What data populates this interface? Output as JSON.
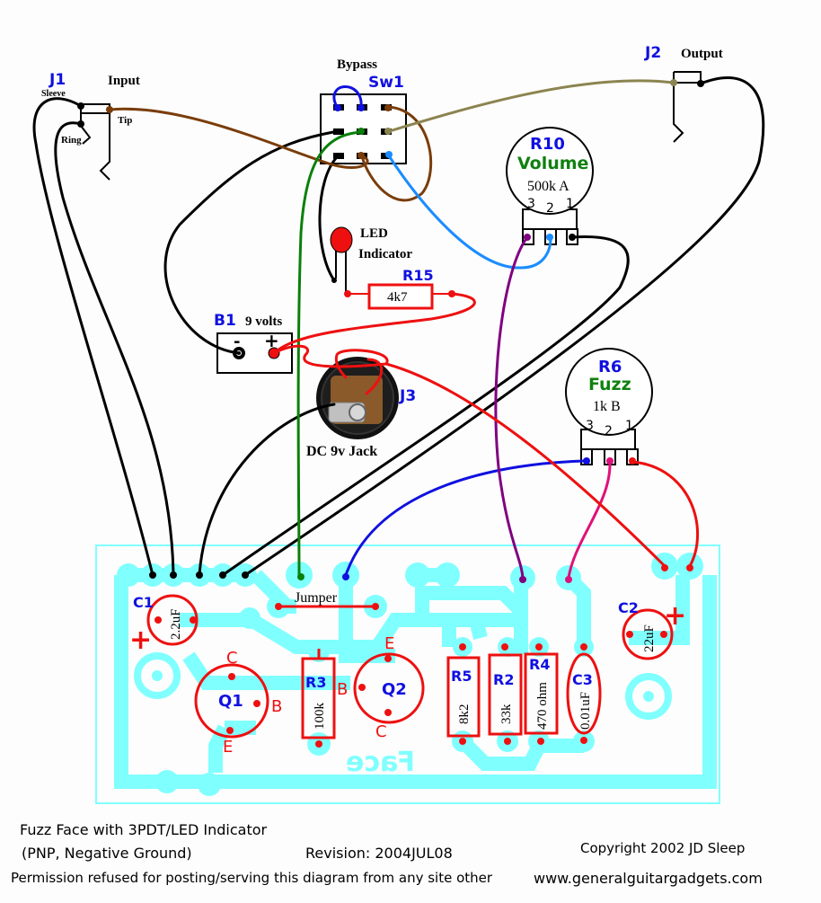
{
  "title": "Fuzz Face with 3PDT/LED Indicator",
  "subtitle": "(PNP, Negative Ground)",
  "revision": "Revision:  2004JUL08",
  "copyright": "Copyright 2002   JD Sleep",
  "permission_notice": "Permission refused for posting/serving this diagram from any site other",
  "website": "www.generalguitargadgets.com",
  "colors": {
    "pcb_trace": "#80ffff",
    "component": "#ee1010",
    "designator": "#1010e0",
    "pot_name": "#108010",
    "wire_black": "#000000",
    "wire_brown": "#7a3d0a",
    "wire_green": "#0a800a",
    "wire_blue_light": "#1a8cff",
    "wire_blue_dark": "#1010e0",
    "wire_olive": "#8c8450",
    "wire_purple": "#800080",
    "wire_pink": "#e0107a",
    "wire_red": "#ee1010"
  },
  "jacks": {
    "j1": {
      "designator": "J1",
      "label": "Input",
      "terminals": [
        "Sleeve",
        "Ring",
        "Tip"
      ]
    },
    "j2": {
      "designator": "J2",
      "label": "Output"
    },
    "j3": {
      "designator": "J3",
      "label": "DC 9v Jack"
    }
  },
  "switch": {
    "designator": "Sw1",
    "label": "Bypass"
  },
  "led": {
    "label_line1": "LED",
    "label_line2": "Indicator"
  },
  "battery": {
    "designator": "B1",
    "label": "9 volts",
    "neg": "-",
    "pos": "+"
  },
  "pots": {
    "r10": {
      "designator": "R10",
      "name": "Volume",
      "value": "500k A",
      "pins": [
        "3",
        "2",
        "1"
      ]
    },
    "r6": {
      "designator": "R6",
      "name": "Fuzz",
      "value": "1k B",
      "pins": [
        "3",
        "2",
        "1"
      ]
    }
  },
  "resistors": {
    "r15": {
      "designator": "R15",
      "value": "4k7"
    },
    "r3": {
      "designator": "R3",
      "value": "100k"
    },
    "r5": {
      "designator": "R5",
      "value": "8k2"
    },
    "r2": {
      "designator": "R2",
      "value": "33k"
    },
    "r4": {
      "designator": "R4",
      "value": "470 ohm"
    }
  },
  "capacitors": {
    "c1": {
      "designator": "C1",
      "value": "2.2uF",
      "polarity": "+"
    },
    "c2": {
      "designator": "C2",
      "value": "22uF",
      "polarity": "+"
    },
    "c3": {
      "designator": "C3",
      "value": "0.01uF"
    }
  },
  "transistors": {
    "q1": {
      "designator": "Q1",
      "c": "C",
      "b": "B",
      "e": "E"
    },
    "q2": {
      "designator": "Q2",
      "c": "C",
      "b": "B",
      "e": "E"
    }
  },
  "pcb": {
    "jumper_label": "Jumper",
    "mirrored_text": "Face"
  }
}
